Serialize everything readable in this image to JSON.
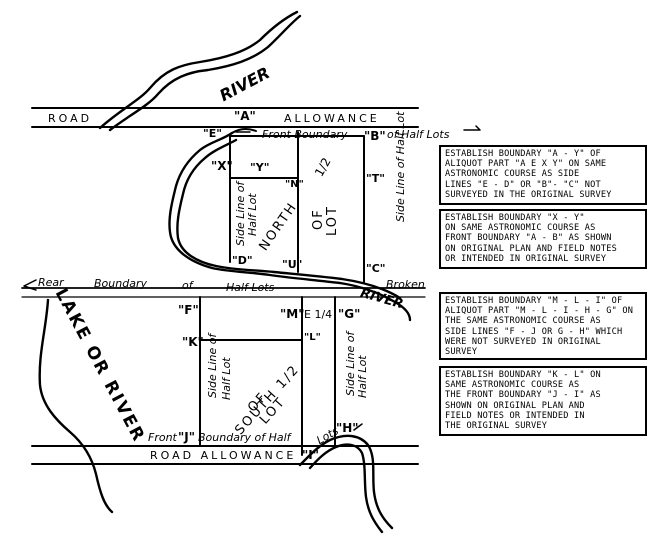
{
  "labels": {
    "river_top": "RIVER",
    "road_allowance_top_left": "ROAD",
    "point_a": "\"A\"",
    "road_allowance_top_right": "ALLOWANCE",
    "point_e": "\"E\"",
    "front_boundary": "Front Boundary",
    "point_b": "\"B\"",
    "of_half_lots": "of Half Lots",
    "point_x": "\"X\"",
    "point_y": "\"Y\"",
    "point_n": "\"N\"",
    "one_half": "1/2",
    "point_t": "\"T\"",
    "north": "NORTH",
    "of_north": "OF",
    "lot_north": "LOT",
    "side_line_of_left_n": "Side Line of",
    "half_lot_left_n": "Half Lot",
    "side_line_of_right_n": "Side Line of Half Lot",
    "point_d": "\"D\"",
    "point_u": "\"U\"",
    "point_c": "\"C\"",
    "rear": "Rear",
    "boundary": "Boundary",
    "of_mid": "of",
    "half_lots_mid": "Half Lots",
    "broken": "Broken",
    "river_mid": "RIVER",
    "lake_or_river": "LAKE  OR  RIVER",
    "point_f": "\"F\"",
    "point_m": "\"M\"",
    "e_quarter": "E 1/4",
    "point_g": "\"G\"",
    "point_k": "\"K\"",
    "point_l": "\"L\"",
    "south_half": "SOUTH 1/2",
    "of_south": "OF",
    "lot_south": "LOT",
    "side_line_of_left_s": "Side Line of",
    "half_lot_left_s": "Half Lot",
    "side_line_of_right_s": "Side Line of",
    "half_lot_right_s": "Half Lot",
    "front_j": "Front",
    "point_j": "\"J\"",
    "boundary_of_half_lots": "Boundary of Half",
    "lots": "Lots",
    "point_h": "\"H\"",
    "road_allowance_bottom": "ROAD    ALLOWANCE",
    "point_i": "\"I\""
  },
  "notes": [
    "ESTABLISH BOUNDARY \"A - Y\" OF\nALIQUOT PART \"A E X Y\" ON SAME\nASTRONOMIC COURSE AS SIDE\nLINES \"E - D\" OR \"B\"- \"C\" NOT\nSURVEYED IN THE ORIGINAL SURVEY",
    "ESTABLISH BOUNDARY \"X - Y\"\nON SAME ASTRONOMIC COURSE AS\nFRONT BOUNDARY \"A - B\" AS SHOWN\nON ORIGINAL PLAN AND FIELD NOTES\nOR INTENDED IN ORIGINAL SURVEY",
    "ESTABLISH BOUNDARY \"M - L - I\" OF\nALIQUOT PART \"M - L - I - H - G\" ON\nTHE SAME ASTRONOMIC COURSE AS\nSIDE LINES \"F - J OR G - H\" WHICH\nWERE NOT SURVEYED IN ORIGINAL\nSURVEY",
    "ESTABLISH BOUNDARY \"K - L\" ON\nSAME ASTRONOMIC COURSE AS\nTHE FRONT BOUNDARY \"J - I\" AS\nSHOWN ON ORIGINAL PLAN AND\nFIELD NOTES OR INTENDED IN\nTHE ORIGINAL SURVEY"
  ]
}
